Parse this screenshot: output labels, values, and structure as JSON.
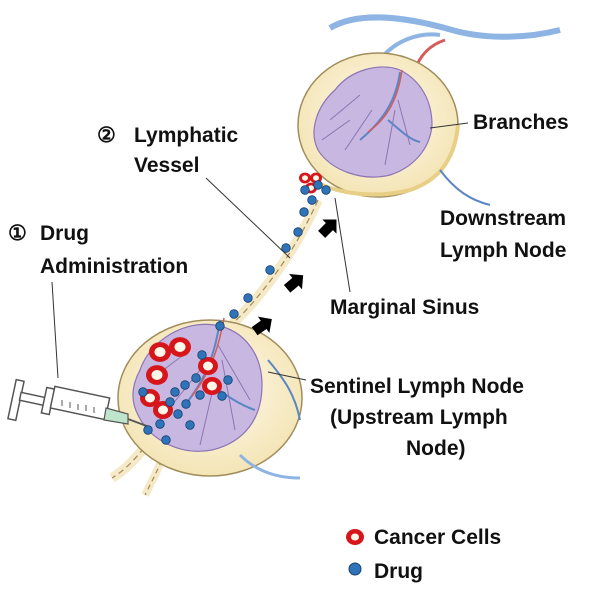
{
  "labels": {
    "step1_marker": "①",
    "step1_line1": "Drug",
    "step1_line2": "Administration",
    "step2_marker": "②",
    "step2_line1": "Lymphatic",
    "step2_line2": "Vessel",
    "branches": "Branches",
    "downstream_line1": "Downstream",
    "downstream_line2": "Lymph Node",
    "marginal_sinus": "Marginal Sinus",
    "sentinel_line1": "Sentinel Lymph Node",
    "sentinel_line2": "(Upstream Lymph",
    "sentinel_line3": "Node)"
  },
  "legend": {
    "cancer_cells": "Cancer Cells",
    "drug": "Drug"
  },
  "colors": {
    "node_fill": "#fbf3d6",
    "tissue": "#c8b7e0",
    "tissue_dark": "#8d74b4",
    "vessel_blue": "#5b86c4",
    "drug_blue": "#2f74b8",
    "cancer_red": "#d7161b",
    "cancer_core": "#fff7e8",
    "arrow": "#000000"
  },
  "icons": {
    "syringe": "syringe-icon",
    "flow_arrow": "flow-arrow-icon"
  }
}
